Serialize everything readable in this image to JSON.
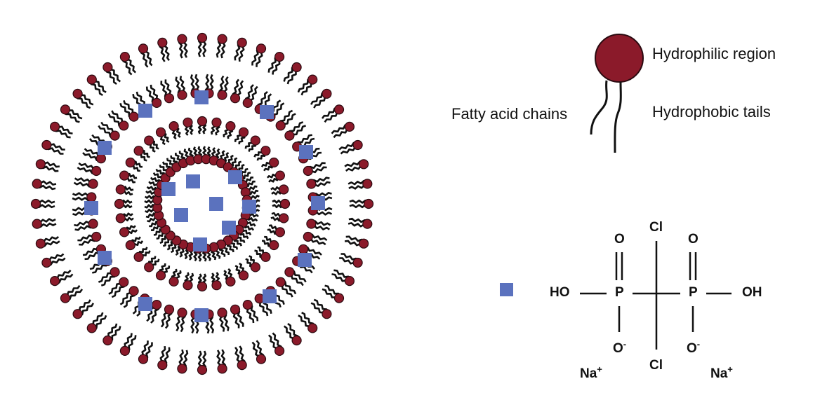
{
  "colors": {
    "head": "#8B1A2A",
    "head_stroke": "#2a0a10",
    "tail": "#111111",
    "drug": "#5B72BE",
    "background": "#ffffff"
  },
  "legend": {
    "head_label": "Hydrophilic region",
    "chains_label": "Fatty acid chains",
    "tails_label": "Hydrophobic tails"
  },
  "molecule": {
    "marker": "drug-square",
    "atoms": {
      "ho_left": "HO",
      "oh_right": "OH",
      "p_left": "P",
      "p_right": "P",
      "o_top_left": "O",
      "o_top_right": "O",
      "cl_top": "Cl",
      "cl_bottom": "Cl",
      "o_minus_left": "O",
      "o_minus_right": "O",
      "minus_sign": "-",
      "na_left": "Na",
      "na_right": "Na",
      "plus_sign": "+"
    }
  },
  "liposome": {
    "outer_bilayer_lipid_count": 52,
    "inner_bilayer_lipid_count": 36
  }
}
